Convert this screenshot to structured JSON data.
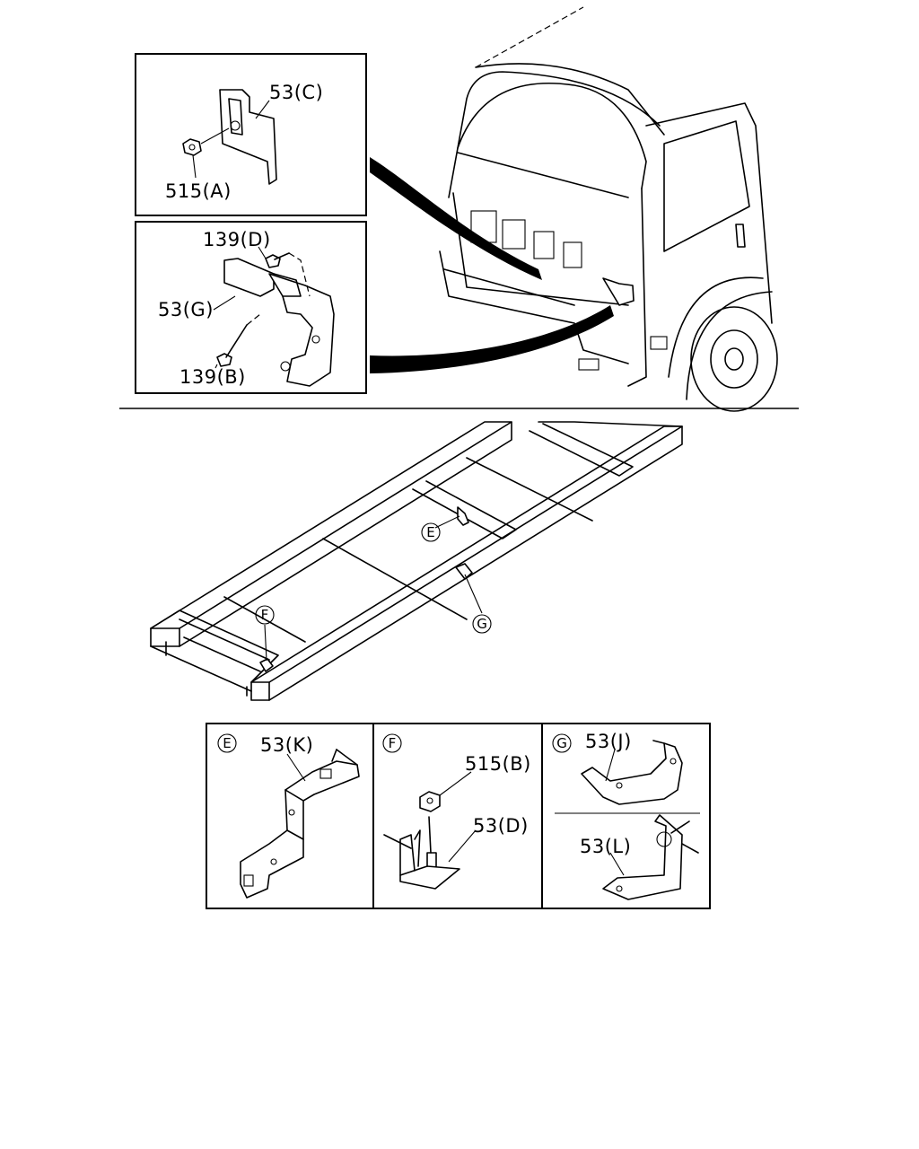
{
  "callouts": {
    "c1": "53(C)",
    "c2": "515(A)",
    "c3": "139(D)",
    "c4": "53(G)",
    "c5": "139(B)",
    "c6": "53(K)",
    "c7": "515(B)",
    "c8": "53(D)",
    "c9": "53(J)",
    "c10": "53(L)"
  },
  "markers": {
    "e": "E",
    "f": "F",
    "g": "G"
  }
}
